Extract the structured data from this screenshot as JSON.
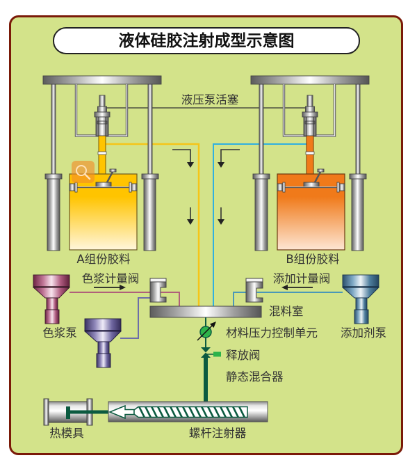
{
  "title": "液体硅胶注射成型示意图",
  "labels": {
    "hydraulic_pump_piston": "液压泵活塞",
    "component_a": "A组份胶料",
    "component_b": "B组份胶料",
    "color_metering_valve": "色浆计量阀",
    "additive_metering_valve": "添加计量阀",
    "color_paste_pump": "色浆泵",
    "additive_pump": "添加剂泵",
    "mixing_chamber": "混料室",
    "pressure_control_unit": "材料压力控制单元",
    "release_valve": "释放阀",
    "static_mixer": "静态混合器",
    "hot_mold": "热模具",
    "screw_injector": "螺杆注射器"
  },
  "overlay_button": {
    "icon": "search-icon"
  },
  "colors": {
    "frame_border": "#7a1a08",
    "background": "#d3e38a",
    "component_a": "#ffc400",
    "component_a_light": "#fff6dc",
    "component_b": "#f07a1a",
    "component_b_light": "#fde6d4",
    "line_a": "#f5c518",
    "line_b": "#2fb0e0",
    "color_paste_line": "#b0607a",
    "purple_pump_line": "#6d6da8",
    "additive_line": "#4a98b8",
    "flow_green": "#0b5a40",
    "gauge_green": "#2db34a",
    "overlay": "#f28c28"
  }
}
